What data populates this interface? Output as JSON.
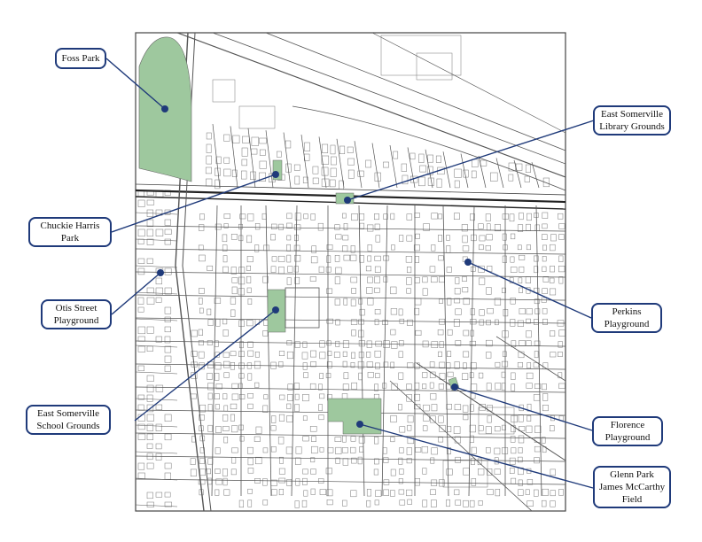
{
  "map": {
    "parks": [
      {
        "id": "foss",
        "lines": [
          "Foss Park"
        ]
      },
      {
        "id": "library",
        "lines": [
          "East Somerville",
          "Library Grounds"
        ]
      },
      {
        "id": "chuckie",
        "lines": [
          "Chuckie Harris",
          "Park"
        ]
      },
      {
        "id": "otis",
        "lines": [
          "Otis Street",
          "Playground"
        ]
      },
      {
        "id": "perkins",
        "lines": [
          "Perkins",
          "Playground"
        ]
      },
      {
        "id": "school",
        "lines": [
          "East Somerville",
          "School Grounds"
        ]
      },
      {
        "id": "florence",
        "lines": [
          "Florence",
          "Playground"
        ]
      },
      {
        "id": "glenn",
        "lines": [
          "Glenn Park",
          "James McCarthy",
          "Field"
        ]
      }
    ],
    "colors": {
      "park_fill": "#9ec89e",
      "callout_border": "#1f3a7a",
      "leader_line": "#1f3a7a",
      "marker": "#1f3a7a",
      "street": "#555555",
      "building": "#777777"
    }
  }
}
